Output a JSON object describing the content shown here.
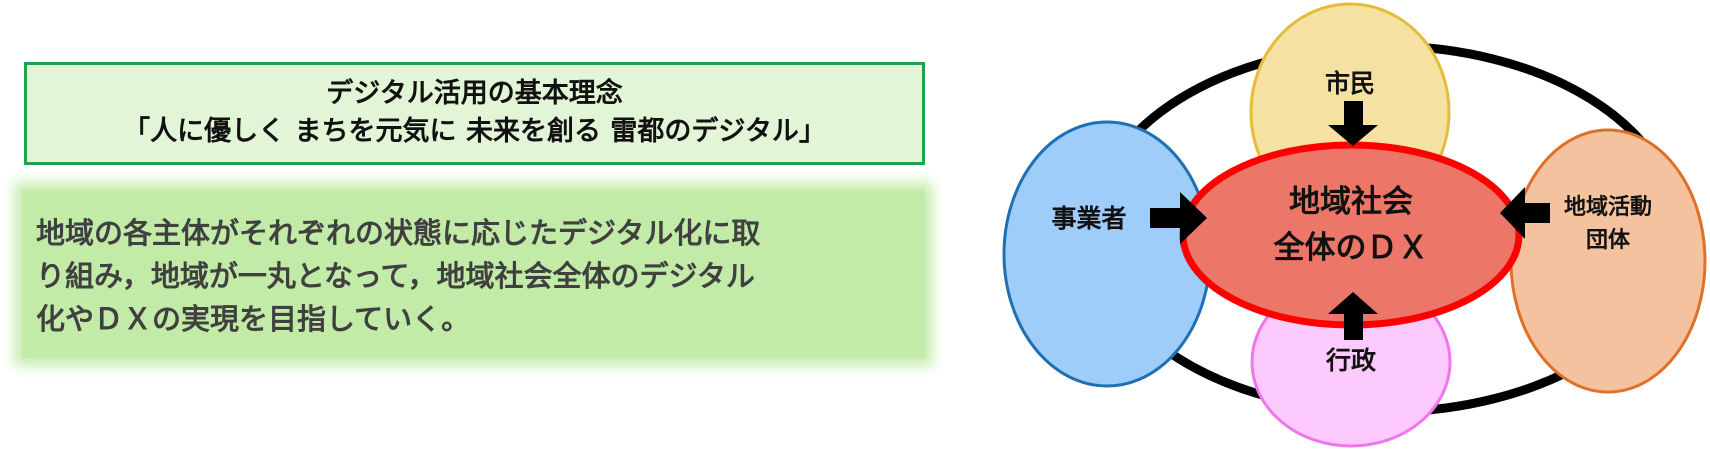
{
  "principle": {
    "heading": "デジタル活用の基本理念",
    "slogan": "「人に優しく まちを元気に 未来を創る 雷都のデジタル」"
  },
  "description": {
    "lines": [
      "地域の各主体がそれぞれの状態に応じたデジタル化に取",
      "り組み，地域が一丸となって，地域社会全体のデジタル",
      "化やＤＸの実現を目指していく。"
    ]
  },
  "diagram": {
    "center": {
      "line1": "地域社会",
      "line2": "全体のＤＸ",
      "fill": "#ec7667",
      "stroke": "#ff0000"
    },
    "top": {
      "label": "市民",
      "fill": "#f5e2a3",
      "stroke": "#e6bb3a"
    },
    "left": {
      "label": "事業者",
      "fill": "#9ecdfa",
      "stroke": "#1f6fb3"
    },
    "right": {
      "line1": "地域活動",
      "line2": "団体",
      "fill": "#f5c2a0",
      "stroke": "#e07026"
    },
    "bottom": {
      "label": "行政",
      "fill": "#fccafc",
      "stroke": "#ee77ee"
    }
  }
}
